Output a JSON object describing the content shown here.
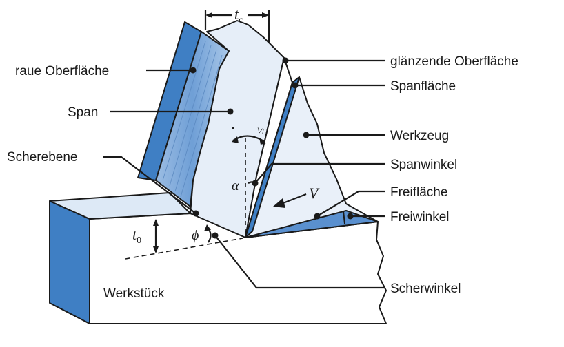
{
  "colors": {
    "chip_face": "#e6eef8",
    "rough_surface": "#7fa8d8",
    "blue_dark": "#3f7fc4",
    "tool_face": "#e9f0f9",
    "workpiece_top": "#dde9f6",
    "workpiece_front": "#ffffff",
    "outline": "#1a1a1a"
  },
  "labels": {
    "rough_surface": "raue Oberfläche",
    "chip": "Span",
    "shear_plane": "Scherebene",
    "workpiece": "Werkstück",
    "shiny_surface": "glänzende Oberfläche",
    "rake_face": "Spanfläche",
    "tool": "Werkzeug",
    "rake_angle": "Spanwinkel",
    "flank_face": "Freifläche",
    "clearance_angle": "Freiwinkel",
    "shear_angle": "Scherwinkel"
  },
  "symbols": {
    "chip_thickness": "t",
    "chip_thickness_sub": "c",
    "depth_of_cut": "t",
    "depth_of_cut_sub": "0",
    "alpha": "α",
    "phi": "ϕ",
    "velocity": "V",
    "tolerance_mark": "≤"
  }
}
